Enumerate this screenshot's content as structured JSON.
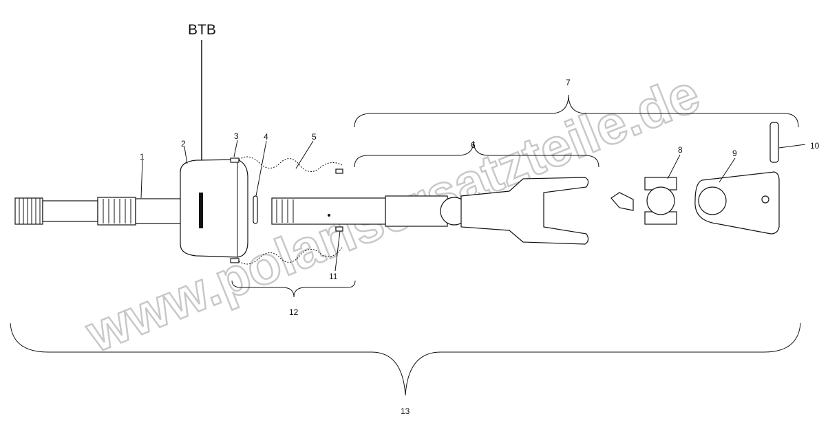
{
  "diagram": {
    "callout_btb": "BTB",
    "labels": [
      "1",
      "2",
      "3",
      "4",
      "5",
      "6",
      "7",
      "8",
      "9",
      "10",
      "11",
      "12",
      "13"
    ],
    "watermark": "www.polarisersatzteile.de"
  }
}
